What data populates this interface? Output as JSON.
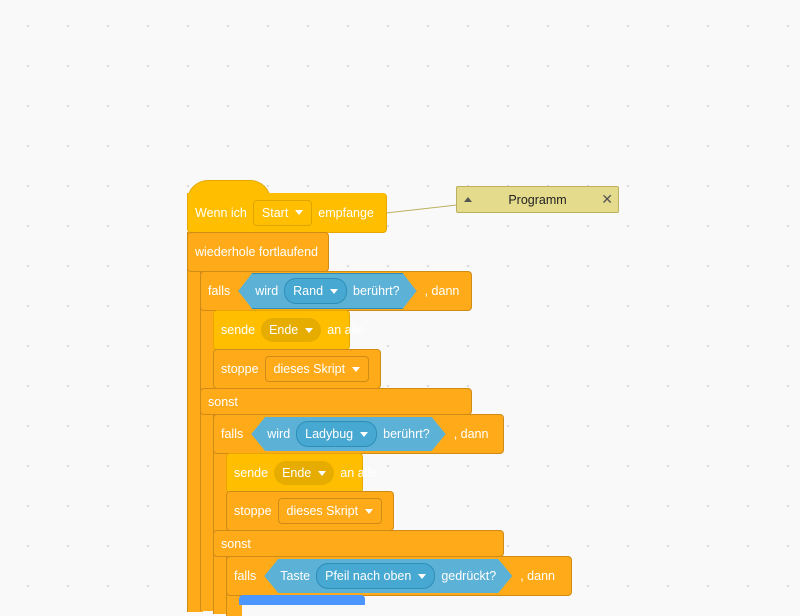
{
  "comment": {
    "text": "Programm"
  },
  "hat": {
    "prefix": "Wenn ich",
    "message": "Start",
    "suffix": "empfange"
  },
  "forever": {
    "label": "wiederhole fortlaufend"
  },
  "if1": {
    "label": "falls",
    "sense_word": "wird",
    "sense_target": "Rand",
    "sense_suffix": "berührt?",
    "then": ", dann"
  },
  "broadcast1": {
    "label": "sende",
    "message": "Ende",
    "suffix": "an alle"
  },
  "stop1": {
    "label": "stoppe",
    "option": "dieses Skript"
  },
  "else1": {
    "label": "sonst"
  },
  "if2": {
    "label": "falls",
    "sense_word": "wird",
    "sense_target": "Ladybug",
    "sense_suffix": "berührt?",
    "then": ", dann"
  },
  "broadcast2": {
    "label": "sende",
    "message": "Ende",
    "suffix": "an alle"
  },
  "stop2": {
    "label": "stoppe",
    "option": "dieses Skript"
  },
  "else2": {
    "label": "sonst"
  },
  "if3": {
    "label": "falls",
    "sense_word": "Taste",
    "sense_target": "Pfeil nach oben",
    "sense_suffix": "gedrückt?",
    "then": ", dann"
  },
  "colors": {
    "events": "#ffbf00",
    "control": "#ffab19",
    "sensing": "#5cb1d6",
    "comment": "#e4db8c"
  }
}
